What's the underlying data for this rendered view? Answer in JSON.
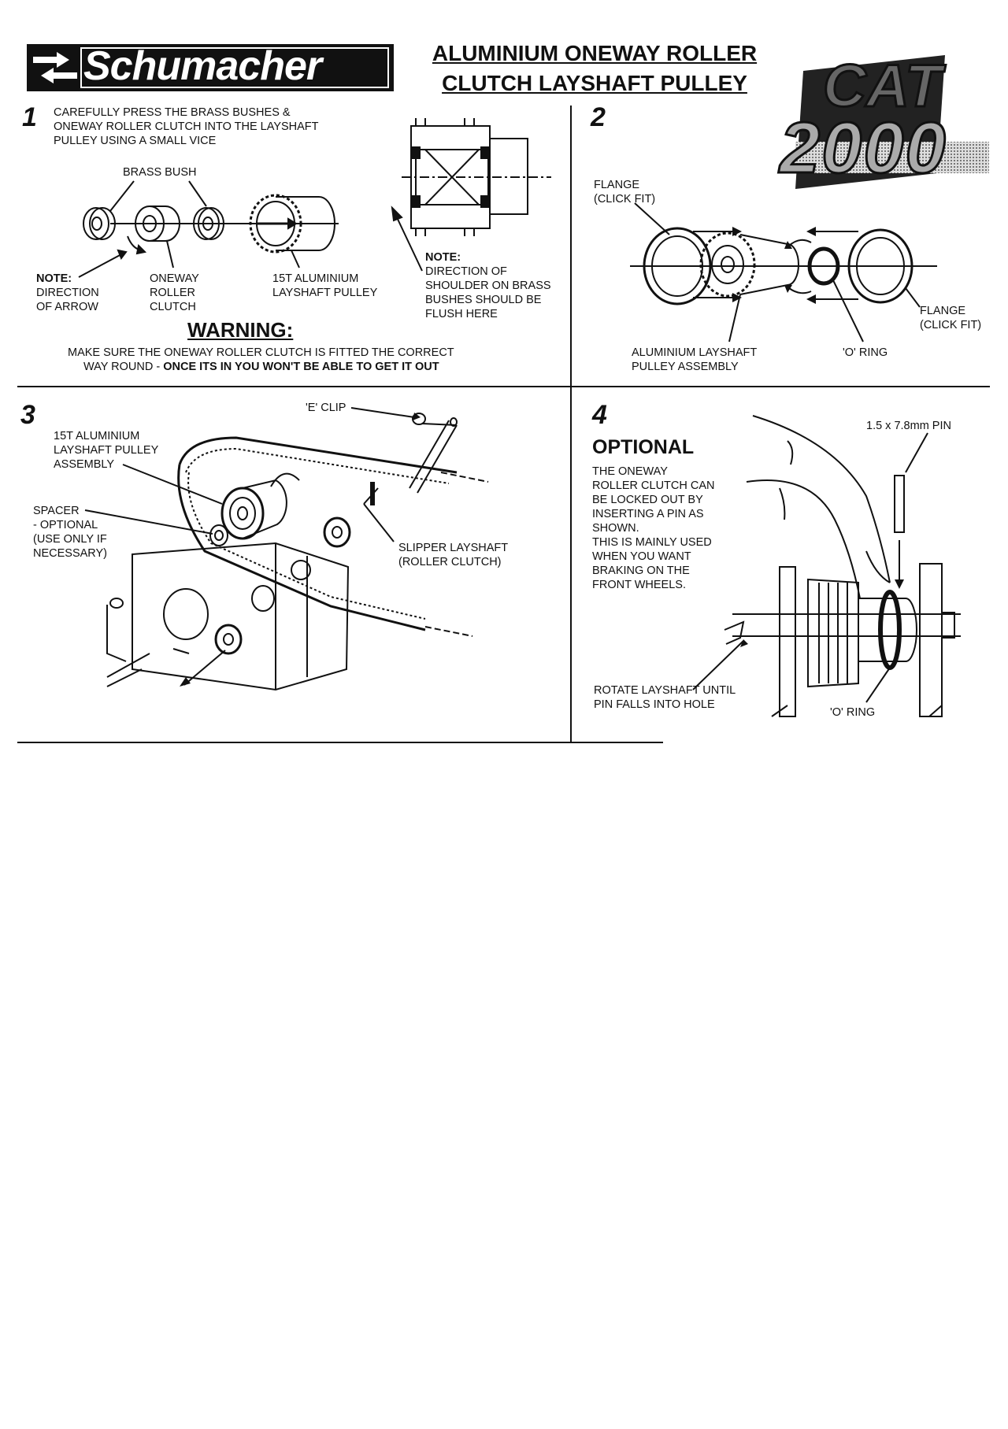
{
  "brand": {
    "name": "Schumacher"
  },
  "title": {
    "line1": "ALUMINIUM ONEWAY ROLLER",
    "line2": "CLUTCH LAYSHAFT PULLEY"
  },
  "product_logo": {
    "line1": "CAT",
    "line2": "2000"
  },
  "step1": {
    "number": "1",
    "instruction": [
      "CAREFULLY PRESS THE BRASS BUSHES &",
      "ONEWAY ROLLER CLUTCH INTO THE LAYSHAFT",
      "PULLEY USING A SMALL VICE"
    ],
    "brass_bush": "BRASS BUSH",
    "note_title": "NOTE:",
    "note_arrow": [
      "DIRECTION",
      "OF ARROW"
    ],
    "oneway": [
      "ONEWAY",
      "ROLLER",
      "CLUTCH"
    ],
    "pulley": [
      "15T ALUMINIUM",
      "LAYSHAFT PULLEY"
    ],
    "note2_title": "NOTE:",
    "note2": [
      "DIRECTION OF",
      "SHOULDER ON BRASS",
      "BUSHES SHOULD BE",
      "FLUSH HERE"
    ],
    "warning_title": "WARNING:",
    "warning_line1": "MAKE SURE THE ONEWAY ROLLER CLUTCH IS FITTED THE CORRECT",
    "warning_line2_a": "WAY ROUND - ",
    "warning_line2_b": "ONCE ITS IN YOU WON'T BE ABLE TO GET IT OUT"
  },
  "step2": {
    "number": "2",
    "flange_left": [
      "FLANGE",
      "(CLICK FIT)"
    ],
    "flange_right": [
      "FLANGE",
      "(CLICK FIT)"
    ],
    "assembly": [
      "ALUMINIUM LAYSHAFT",
      "PULLEY ASSEMBLY"
    ],
    "o_ring": "'O' RING"
  },
  "step3": {
    "number": "3",
    "e_clip": "'E' CLIP",
    "pulley_assembly": [
      "15T ALUMINIUM",
      "LAYSHAFT PULLEY",
      "ASSEMBLY"
    ],
    "spacer": [
      "SPACER",
      "- OPTIONAL",
      "(USE ONLY IF",
      "NECESSARY)"
    ],
    "slipper": [
      "SLIPPER LAYSHAFT",
      "(ROLLER CLUTCH)"
    ]
  },
  "step4": {
    "number": "4",
    "heading": "OPTIONAL",
    "body": [
      "THE ONEWAY",
      "ROLLER CLUTCH CAN",
      "BE LOCKED OUT BY",
      "INSERTING A PIN AS",
      "SHOWN.",
      "THIS IS MAINLY USED",
      "WHEN YOU WANT",
      "BRAKING ON THE",
      "FRONT WHEELS."
    ],
    "pin": "1.5 x 7.8mm PIN",
    "rotate": [
      "ROTATE LAYSHAFT UNTIL",
      "PIN FALLS INTO HOLE"
    ],
    "o_ring": "'O' RING"
  }
}
